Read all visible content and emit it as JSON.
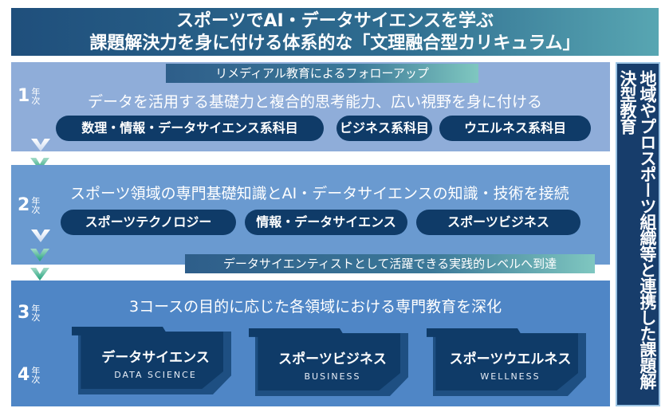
{
  "title": {
    "line1": "スポーツでAI・データサイエンスを学ぶ",
    "line2": "課題解決力を身に付ける体系的な「文理融合型カリキュラム」"
  },
  "year1": {
    "year": "1",
    "unit": "年次",
    "banner": "リメディアル教育によるフォローアップ",
    "heading": "データを活用する基礎力と複合的思考能力、広い視野を身に付ける",
    "pills": [
      "数理・情報・データサイエンス系科目",
      "ビジネス系科目",
      "ウエルネス系科目"
    ]
  },
  "year2": {
    "year": "2",
    "unit": "年次",
    "heading": "スポーツ領域の専門基礎知識とAI・データサイエンスの知識・技術を接続",
    "pills": [
      "スポーツテクノロジー",
      "情報・データサイエンス",
      "スポーツビジネス"
    ],
    "banner": "データサイエンティストとして活躍できる実践的レベルへ到達"
  },
  "year34": {
    "year3": "3",
    "year4": "4",
    "unit": "年次",
    "heading": "3コースの目的に応じた各領域における専門教育を深化",
    "courses": [
      {
        "jp": "データサイエンス",
        "en": "DATA SCIENCE"
      },
      {
        "jp": "スポーツビジネス",
        "en": "BUSINESS"
      },
      {
        "jp": "スポーツウエルネス",
        "en": "WELLNESS"
      }
    ]
  },
  "side": {
    "text": "地域やプロスポーツ組織等と連携した課題解決型教育"
  }
}
